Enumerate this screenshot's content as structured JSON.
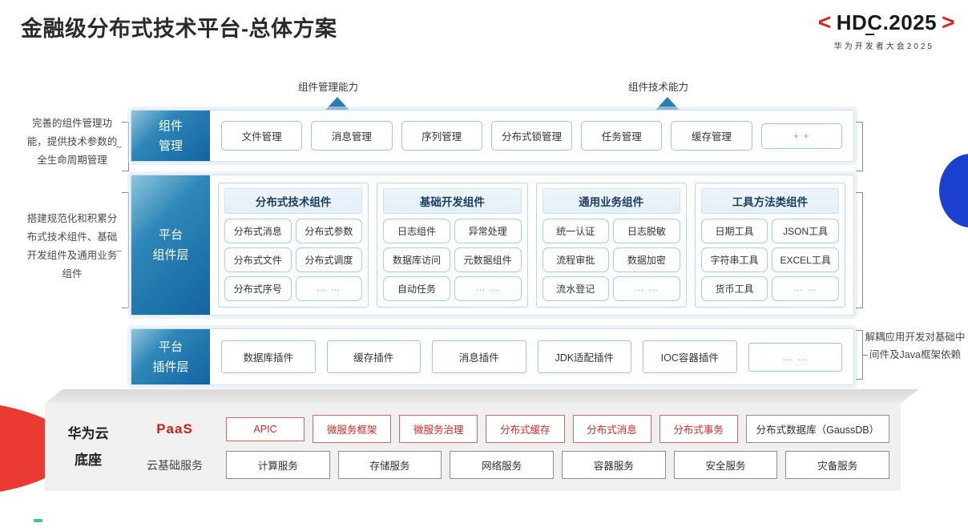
{
  "header": {
    "title": "金融级分布式技术平台-总体方案",
    "logo_bracket_left": "<",
    "logo_bracket_right": ">",
    "logo_main": "HDC.2025",
    "logo_sub": "华为开发者大会2025"
  },
  "arrows": [
    {
      "label": "组件管理能力",
      "icon": "up-arrow-icon"
    },
    {
      "label": "组件技术能力",
      "icon": "up-arrow-icon"
    }
  ],
  "side_notes": [
    "完善的组件管理功能，提供技术参数的全生命周期管理",
    "搭建规范化和积累分布式技术组件、基础开发组件及通用业务组件"
  ],
  "right_note": "解耦应用开发对基础中间件及Java框架依赖",
  "layers": {
    "component_management": {
      "label_line1": "组件",
      "label_line2": "管理",
      "items": [
        "文件管理",
        "消息管理",
        "序列管理",
        "分布式锁管理",
        "任务管理",
        "缓存管理",
        "+ +"
      ]
    },
    "platform_component": {
      "label_line1": "平台",
      "label_line2": "组件层",
      "groups": [
        {
          "title": "分布式技术组件",
          "cells": [
            "分布式消息",
            "分布式参数",
            "分布式文件",
            "分布式调度",
            "分布式序号",
            "… …"
          ]
        },
        {
          "title": "基础开发组件",
          "cells": [
            "日志组件",
            "异常处理",
            "数据库访问",
            "元数据组件",
            "自动任务",
            "… …"
          ]
        },
        {
          "title": "通用业务组件",
          "cells": [
            "统一认证",
            "日志脱敏",
            "流程审批",
            "数据加密",
            "流水登记",
            "… …"
          ]
        },
        {
          "title": "工具方法类组件",
          "cells": [
            "日期工具",
            "JSON工具",
            "字符串工具",
            "EXCEL工具",
            "货币工具",
            "… …"
          ]
        }
      ]
    },
    "platform_plugin": {
      "label_line1": "平台",
      "label_line2": "插件层",
      "items": [
        "数据库插件",
        "缓存插件",
        "消息插件",
        "JDK适配插件",
        "IOC容器插件",
        "… …"
      ]
    }
  },
  "cloud_base": {
    "title_line1": "华为云",
    "title_line2": "底座",
    "rows": [
      {
        "label": "PaaS",
        "items": [
          {
            "text": "APIC",
            "style": "red"
          },
          {
            "text": "微服务框架",
            "style": "red"
          },
          {
            "text": "微服务治理",
            "style": "red"
          },
          {
            "text": "分布式缓存",
            "style": "red"
          },
          {
            "text": "分布式消息",
            "style": "red"
          },
          {
            "text": "分布式事务",
            "style": "red"
          },
          {
            "text": "分布式数据库（GaussDB）",
            "style": "gray-wide"
          }
        ]
      },
      {
        "label": "云基础服务",
        "items": [
          {
            "text": "计算服务",
            "style": "gray"
          },
          {
            "text": "存储服务",
            "style": "gray"
          },
          {
            "text": "网络服务",
            "style": "gray"
          },
          {
            "text": "容器服务",
            "style": "gray"
          },
          {
            "text": "安全服务",
            "style": "gray"
          },
          {
            "text": "灾备服务",
            "style": "gray"
          }
        ]
      }
    ]
  },
  "colors": {
    "accent_red": "#e02020",
    "accent_blue": "#1264a0",
    "brand_blue_disc": "#1b3fcf",
    "paas_red": "#c9201e",
    "base_gray": "#f0f0f0"
  }
}
